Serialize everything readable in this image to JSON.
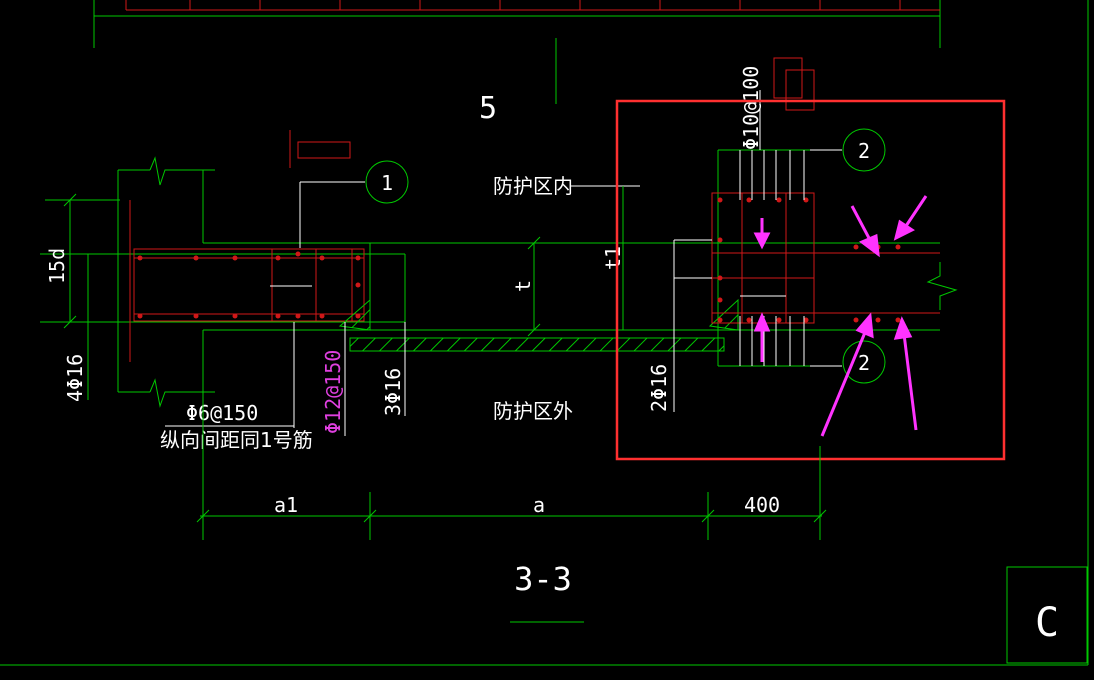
{
  "drawing": {
    "background": "#000000",
    "colors": {
      "line": "#00c800",
      "rebar": "#d01818",
      "highlight": "#ff3030",
      "annotation_arrow": "#ff33ff",
      "text": "#ffffff",
      "magenta_text": "#e040e0"
    },
    "section_title": "3-3",
    "top_number": "5",
    "grid_label": "C",
    "bubbles": [
      "1",
      "2",
      "2"
    ],
    "labels": {
      "dim_15d": "15d",
      "rebar_4phi16": "4Φ16",
      "stirrup": "Φ6@150",
      "longitudinal_note": "纵向间距同1号筋",
      "rebar_12_150": "Φ12@150",
      "rebar_3phi16": "3Φ16",
      "inside_zone": "防护区内",
      "outside_zone": "防护区外",
      "thickness_t": "t",
      "thickness_t1": "t1",
      "rebar_2phi16": "2Φ16",
      "rebar_10_100": "Φ10@100"
    },
    "dimensions": [
      "a1",
      "a",
      "400"
    ]
  }
}
